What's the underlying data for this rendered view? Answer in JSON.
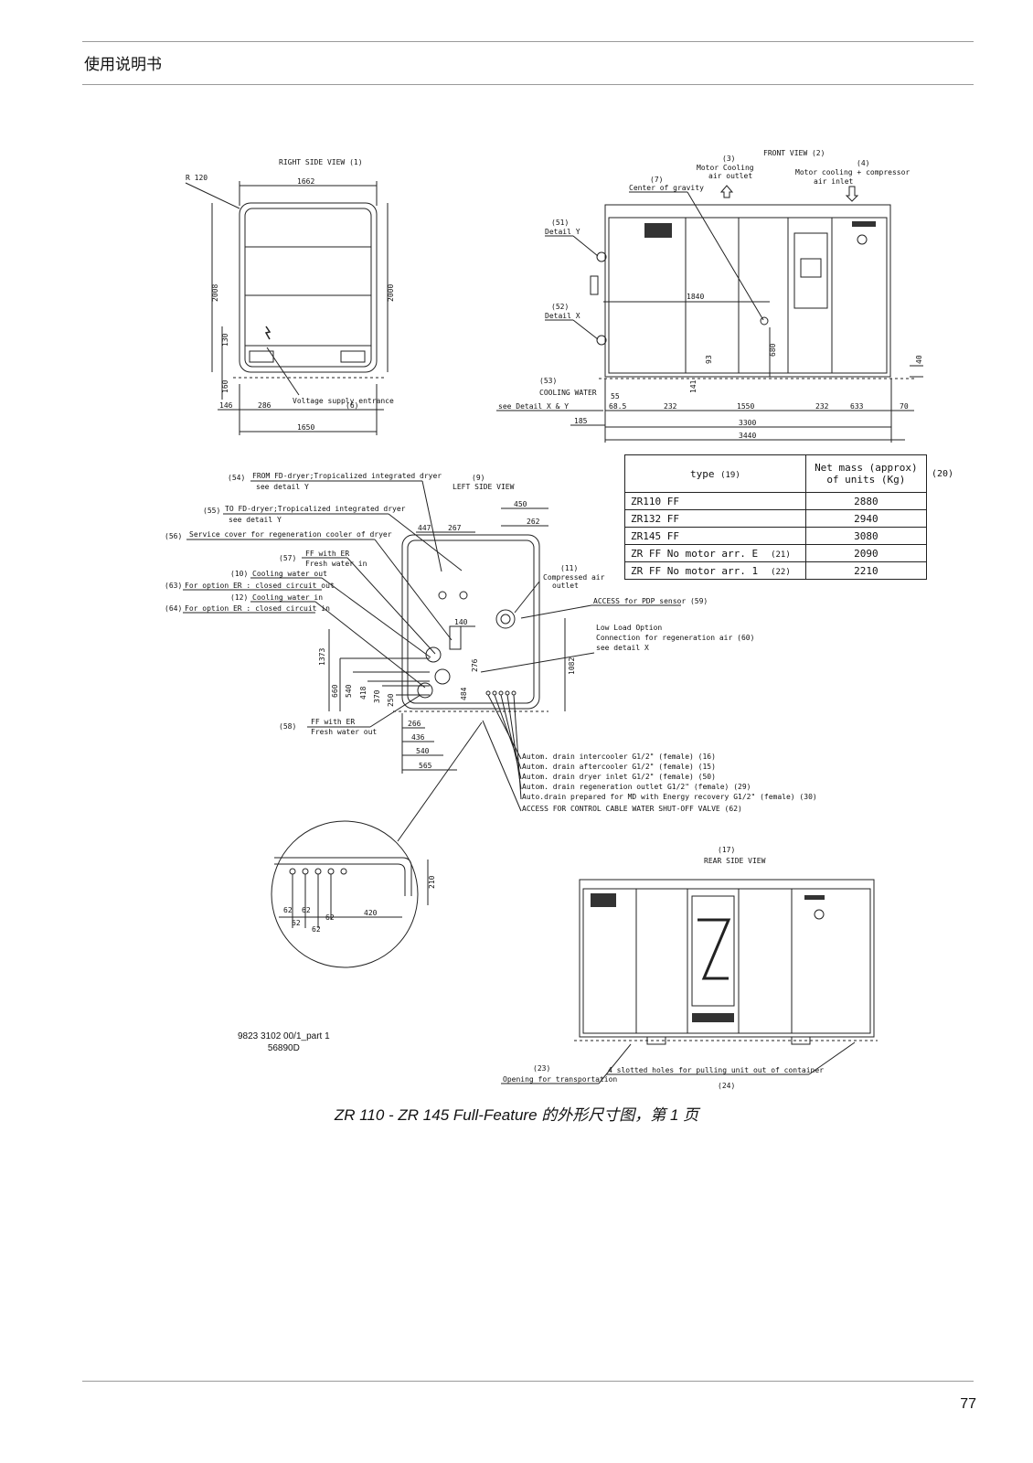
{
  "header": {
    "title": "使用说明书"
  },
  "drawing": {
    "right_view": {
      "title": "RIGHT SIDE VIEW (1)",
      "radius": "R 120",
      "dims": {
        "width_top": "1662",
        "h_left": "2008",
        "h_right": "2000",
        "h130": "130",
        "h160": "160",
        "w146": "146",
        "w286": "286",
        "w1650": "1650"
      },
      "voltage": "Voltage supply entrance",
      "voltage_ref": "(6)"
    },
    "front_view": {
      "title": "FRONT VIEW (2)",
      "motor_outlet": [
        "(3)",
        "Motor Cooling",
        "air outlet"
      ],
      "motor_inlet": [
        "(4)",
        "Motor cooling + compressor",
        "air inlet"
      ],
      "cog": [
        "(7)",
        "Center of gravity"
      ],
      "detail_y": [
        "(51)",
        "Detail Y"
      ],
      "detail_x": [
        "(52)",
        "Detail X"
      ],
      "cooling": [
        "(53)",
        "COOLING WATER",
        "see Detail X & Y"
      ],
      "dims": {
        "d1840": "1840",
        "d680": "680",
        "d93": "93",
        "d141": "141",
        "d40": "40",
        "d55": "55",
        "d685": "68.5",
        "d232a": "232",
        "d1550": "1550",
        "d232b": "232",
        "d633": "633",
        "d70": "70",
        "d185": "185",
        "d3300": "3300",
        "d3440": "3440"
      }
    },
    "left_view": {
      "title": "(9)",
      "title2": "LEFT SIDE VIEW",
      "labels": [
        [
          "(54)",
          "FROM FD-dryer;Tropicalized integrated dryer",
          "see detail Y"
        ],
        [
          "(55)",
          "TO FD-dryer;Tropicalized integrated dryer",
          "see detail Y"
        ],
        [
          "(56)",
          "Service cover for regeneration cooler of dryer",
          ""
        ],
        [
          "(57)",
          "FF with ER",
          "Fresh water in"
        ],
        [
          "(10)",
          "Cooling water out",
          ""
        ],
        [
          "(63)",
          "For option ER : closed circuit out",
          ""
        ],
        [
          "(12)",
          "Cooling water in",
          ""
        ],
        [
          "(64)",
          "For option ER : closed circuit in",
          ""
        ],
        [
          "(58)",
          "FF with ER",
          "Fresh water out"
        ]
      ],
      "right_labels": {
        "compressed": [
          "(11)",
          "Compressed air",
          "outlet"
        ],
        "pdp": "ACCESS for PDP sensor (59)",
        "low_load": [
          "Low Load Option",
          "Connection for regeneration air (60)",
          "see detail X"
        ]
      },
      "dims": {
        "d450": "450",
        "d447": "447",
        "d267": "267",
        "d262": "262",
        "d140": "140",
        "d276": "276",
        "d1082": "1082",
        "d484": "484",
        "d1373": "1373",
        "d660": "660",
        "d540v": "540",
        "d418": "418",
        "d370": "370",
        "d250": "250",
        "d266": "266",
        "d436": "436",
        "d540": "540",
        "d565": "565"
      },
      "drains": [
        "Autom. drain intercooler G1/2\" (female) (16)",
        "Autom. drain aftercooler G1/2\" (female) (15)",
        "Autom. drain dryer inlet G1/2\" (female) (50)",
        "Autom. drain regeneration outlet G1/2\" (female) (29)",
        "Auto.drain prepared for MD with Energy recovery G1/2\" (female) (30)",
        "ACCESS FOR CONTROL CABLE WATER SHUT-OFF VALVE (62)"
      ]
    },
    "detail": {
      "d210": "210",
      "d420": "420",
      "d62": "62"
    },
    "rear_view": {
      "title": "(17)",
      "title2": "REAR SIDE VIEW",
      "opening": [
        "(23)",
        "Opening for transportation"
      ],
      "slotted": [
        "4 slotted holes for pulling unit out of container",
        "(24)"
      ]
    },
    "doc_number": [
      "9823 3102 00/1_part 1",
      "56890D"
    ]
  },
  "mass_table": {
    "ref": "(20)",
    "header": {
      "type": "type",
      "type_ref": "(19)",
      "mass": "Net mass (approx)",
      "mass2": "of units (Kg)"
    },
    "rows": [
      {
        "type": "ZR110 FF",
        "ref": "",
        "mass": "2880"
      },
      {
        "type": "ZR132 FF",
        "ref": "",
        "mass": "2940"
      },
      {
        "type": "ZR145 FF",
        "ref": "",
        "mass": "3080"
      },
      {
        "type": "ZR FF No motor arr. E",
        "ref": "(21)",
        "mass": "2090"
      },
      {
        "type": "ZR FF No motor arr. 1",
        "ref": "(22)",
        "mass": "2210"
      }
    ]
  },
  "caption": "ZR 110 - ZR 145 Full-Feature 的外形尺寸图，第 1 页",
  "page_number": "77"
}
